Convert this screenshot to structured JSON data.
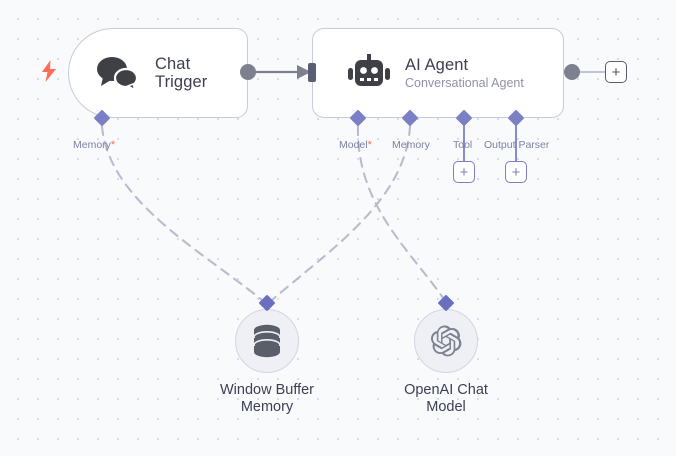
{
  "canvas": {
    "background_color": "#f9fafc",
    "dot_color": "#d8dbe8"
  },
  "colors": {
    "node_border": "#c7cbd8",
    "node_background": "#ffffff",
    "title_text": "#3c3f52",
    "subtitle_text": "#8e93a6",
    "port_label_text": "#7d81a4",
    "diamond_purple": "#7b7fc4",
    "required_asterisk": "#ff6d5a",
    "trigger_bolt": "#ff6d5a",
    "output_dot": "#7d808e",
    "connector_line": "#7d808e",
    "dashed_connector": "#b9bccd",
    "subnode_fill": "#eef0f5"
  },
  "nodes": [
    {
      "id": "chat-trigger",
      "type": "trigger",
      "title": "Chat",
      "title_line2": "Trigger",
      "icon": "chat-bubbles-icon",
      "trigger_icon": "lightning-bolt-icon",
      "ports": [
        {
          "name": "Memory",
          "required": true,
          "required_mark": "*"
        }
      ]
    },
    {
      "id": "ai-agent",
      "type": "standard",
      "title": "AI Agent",
      "subtitle": "Conversational Agent",
      "icon": "robot-icon",
      "ports": [
        {
          "name": "Model",
          "required": true,
          "required_mark": "*"
        },
        {
          "name": "Memory",
          "required": false,
          "required_mark": ""
        },
        {
          "name": "Tool",
          "required": false,
          "required_mark": "",
          "add_button": "+"
        },
        {
          "name": "Output Parser",
          "required": false,
          "required_mark": "",
          "add_button": "+"
        }
      ],
      "output_add_button": "+"
    },
    {
      "id": "window-buffer-memory",
      "type": "subnode",
      "title": "Window Buffer",
      "title_line2": "Memory",
      "icon": "database-icon"
    },
    {
      "id": "openai-chat-model",
      "type": "subnode",
      "title": "OpenAI Chat",
      "title_line2": "Model",
      "icon": "openai-logo-icon"
    }
  ],
  "labels": {
    "chat_trigger_memory": "Memory",
    "chat_trigger_memory_req": "*",
    "agent_model": "Model",
    "agent_model_req": "*",
    "agent_memory": "Memory",
    "agent_tool": "Tool",
    "agent_output_parser": "Output Parser",
    "plus": "+"
  },
  "node_titles": {
    "chat_trigger_l1": "Chat",
    "chat_trigger_l2": "Trigger",
    "ai_agent": "AI Agent",
    "ai_agent_sub": "Conversational Agent",
    "window_buffer_l1": "Window Buffer",
    "window_buffer_l2": "Memory",
    "openai_l1": "OpenAI Chat",
    "openai_l2": "Model"
  }
}
